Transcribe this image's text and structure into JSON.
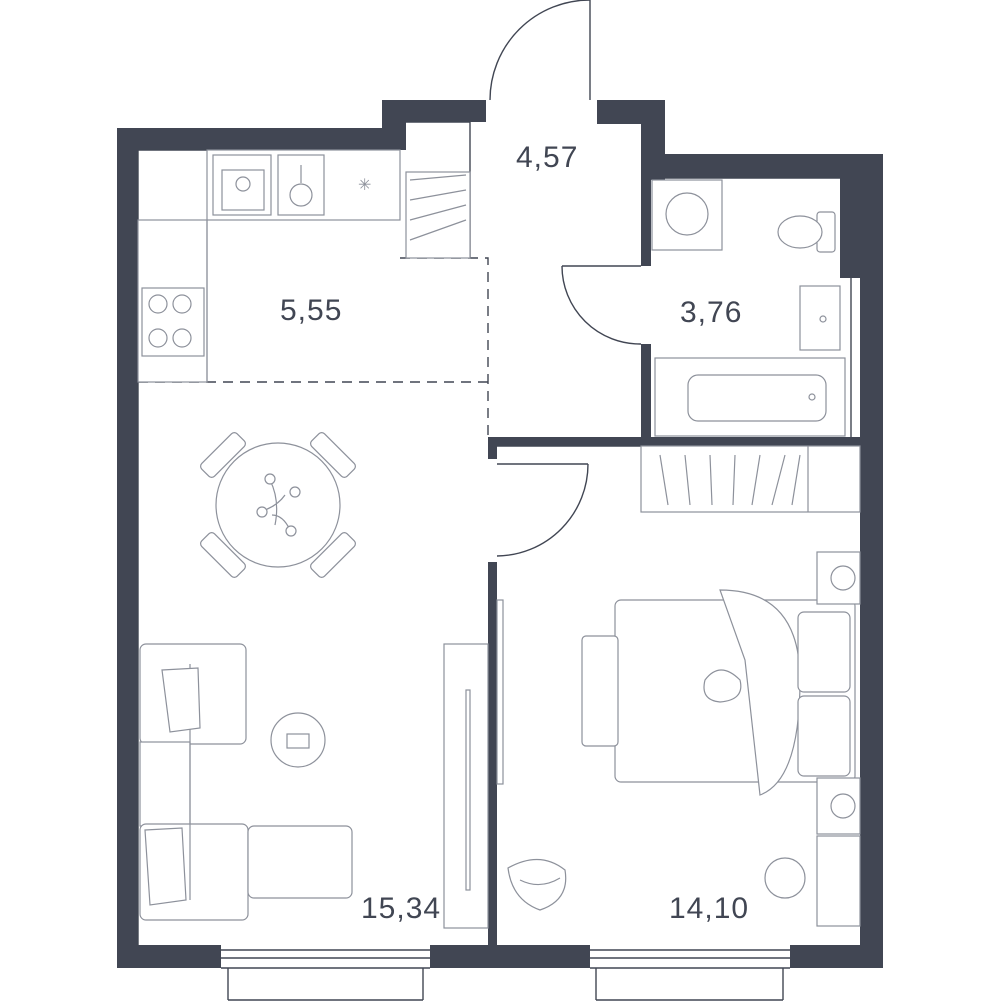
{
  "plan": {
    "rooms": [
      {
        "id": "hall",
        "area": "4,57"
      },
      {
        "id": "kitchen",
        "area": "5,55"
      },
      {
        "id": "bathroom",
        "area": "3,76"
      },
      {
        "id": "living",
        "area": "15,34"
      },
      {
        "id": "bedroom",
        "area": "14,10"
      }
    ],
    "colors": {
      "wall": "#414653",
      "furniture": "#8d919b",
      "background": "#ffffff"
    }
  }
}
